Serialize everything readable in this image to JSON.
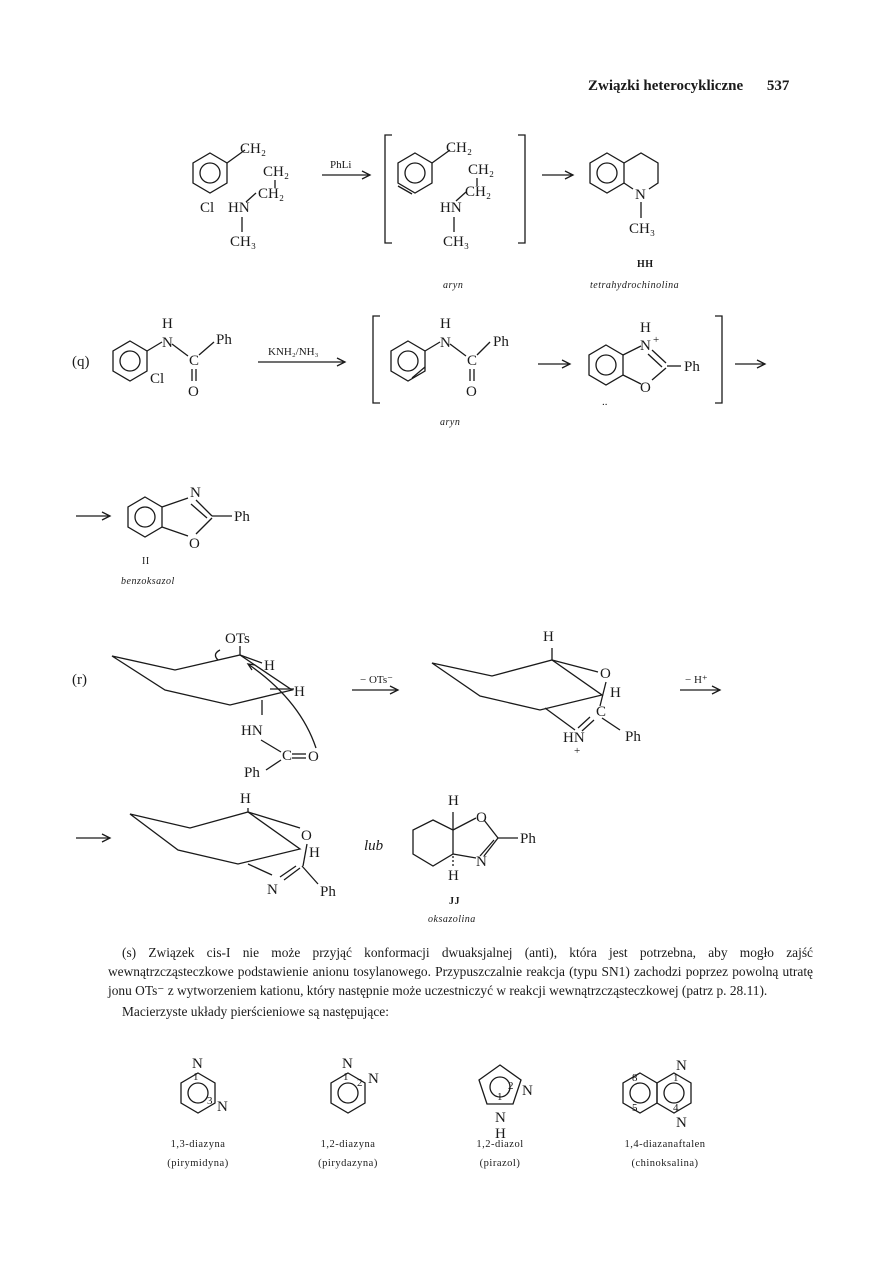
{
  "header": {
    "running_title": "Związki heterocykliczne",
    "page_number": "537"
  },
  "scheme_p": {
    "reagent": "PhLi",
    "intermediate_caption": "aryn",
    "product_label": "HH",
    "product_name": "tetrahydrochinolina"
  },
  "scheme_q": {
    "label": "(q)",
    "reagent": "KNH₂/NH₃",
    "intermediate_caption": "aryn",
    "product_label": "II",
    "product_name": "benzoksazol"
  },
  "scheme_r": {
    "label": "(r)",
    "reagent1": "− OTs⁻",
    "reagent2": "− H⁺",
    "connector": "lub",
    "product_label": "JJ",
    "product_name": "oksazolina"
  },
  "text": {
    "p1": "(s) Związek cis-I nie może przyjąć konformacji dwuaksjalnej (anti), która jest potrzebna, aby mogło zajść wewnątrzcząsteczkowe podstawienie anionu tosylanowego. Przypuszczalnie reakcja (typu SN1) zachodzi poprzez powolną utratę jonu OTs⁻ z wytworzeniem kationu, który następnie może uczestniczyć w reakcji wewnątrzcząsteczkowej (patrz p. 28.11).",
    "p2": "Macierzyste układy pierścieniowe są następujące:"
  },
  "ring_systems": [
    {
      "name": "1,3-diazyna",
      "common": "(pirymidyna)"
    },
    {
      "name": "1,2-diazyna",
      "common": "(pirydazyna)"
    },
    {
      "name": "1,2-diazol",
      "common": "(pirazol)"
    },
    {
      "name": "1,4-diazanaftalen",
      "common": "(chinoksalina)"
    }
  ]
}
